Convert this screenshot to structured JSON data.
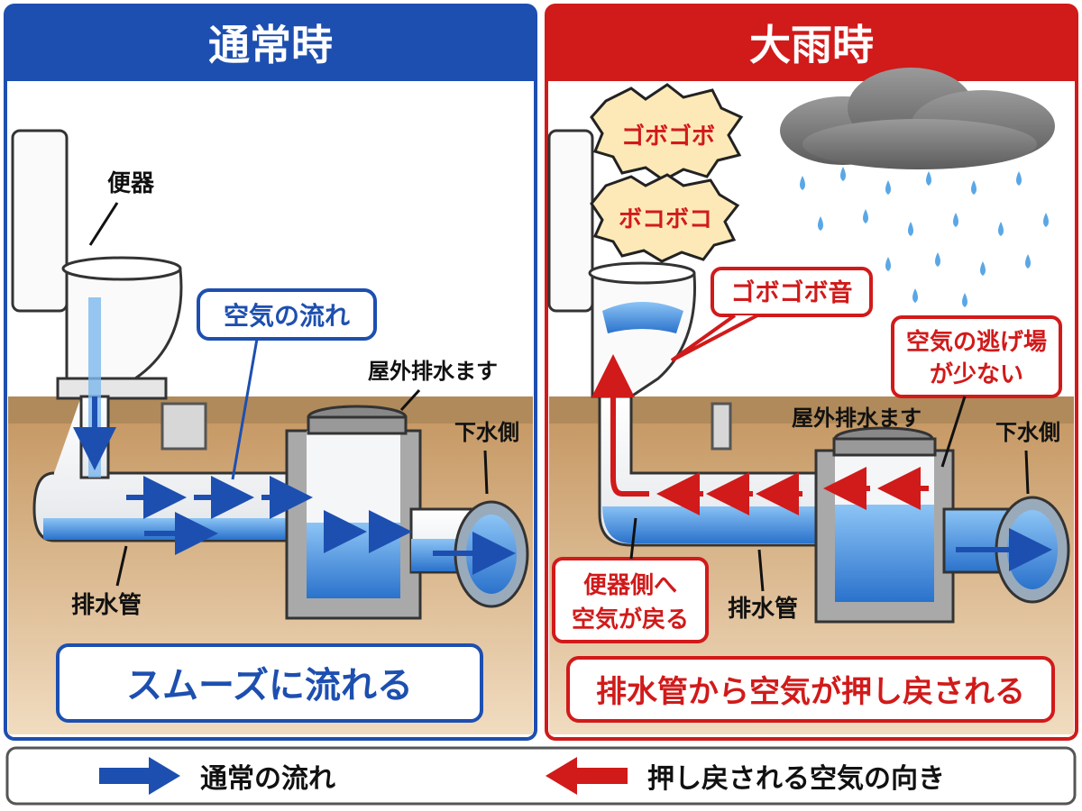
{
  "panels": {
    "normal": {
      "title": "通常時",
      "toilet_label": "便器",
      "air_flow_label": "空気の流れ",
      "outdoor_basin_label": "屋外排水ます",
      "sewer_side_label": "下水側",
      "drain_pipe_label": "排水管",
      "result_text": "スムーズに流れる"
    },
    "heavy_rain": {
      "title": "大雨時",
      "sound_bubble_1": "ゴボゴボ",
      "sound_bubble_2": "ボコボコ",
      "gurgle_label": "ゴボゴボ音",
      "air_escape_label_line1": "空気の逃げ場",
      "air_escape_label_line2": "が少ない",
      "outdoor_basin_label": "屋外排水ます",
      "sewer_side_label": "下水側",
      "air_returns_label_line1": "便器側へ",
      "air_returns_label_line2": "空気が戻る",
      "drain_pipe_label": "排水管",
      "result_text": "排水管から空気が押し戻される"
    }
  },
  "legend": {
    "normal_flow": "通常の流れ",
    "pushed_back_air": "押し戻される空気の向き"
  },
  "colors": {
    "normal_accent": "#1d4fb0",
    "rain_accent": "#d11a1a",
    "water": "#3f8fe0",
    "soil": "#d9b48a",
    "floor": "#b08a5a"
  }
}
